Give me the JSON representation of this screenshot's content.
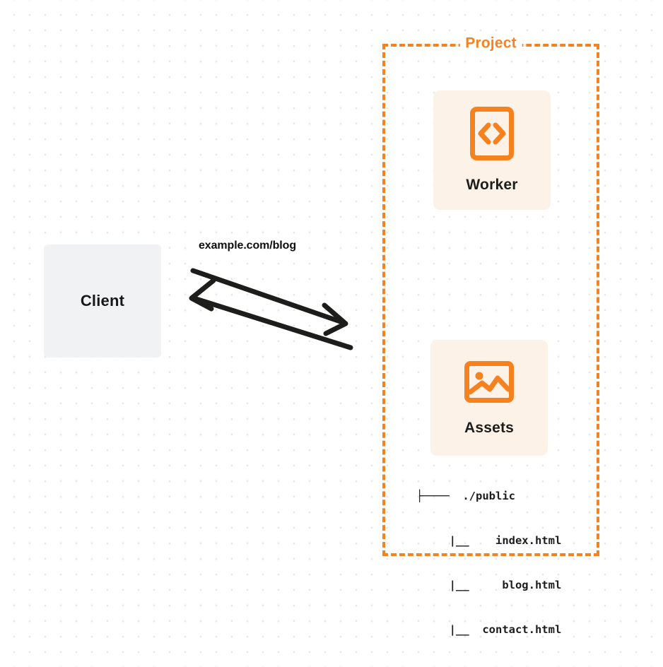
{
  "diagram": {
    "title": "Project",
    "nodes": {
      "client": {
        "label": "Client",
        "icon": "client-box-icon"
      },
      "worker": {
        "label": "Worker",
        "icon": "code-brackets-icon"
      },
      "assets": {
        "label": "Assets",
        "icon": "image-picture-icon"
      }
    },
    "connector": {
      "label": "example.com/blog",
      "request_arrow": "arrow-right-icon",
      "response_arrow": "arrow-left-icon"
    },
    "file_tree": {
      "lines": [
        "├────  ./public",
        "     |__    index.html",
        "     |__     blog.html",
        "     |__  contact.html"
      ]
    },
    "colors": {
      "brand_orange": "#f6821f",
      "card_background": "#fdf2e7",
      "client_background": "#f1f2f4",
      "text_dark": "#1d1d1b",
      "page_background": "#ffffff",
      "dot_grid": "#e7e8ea"
    }
  }
}
